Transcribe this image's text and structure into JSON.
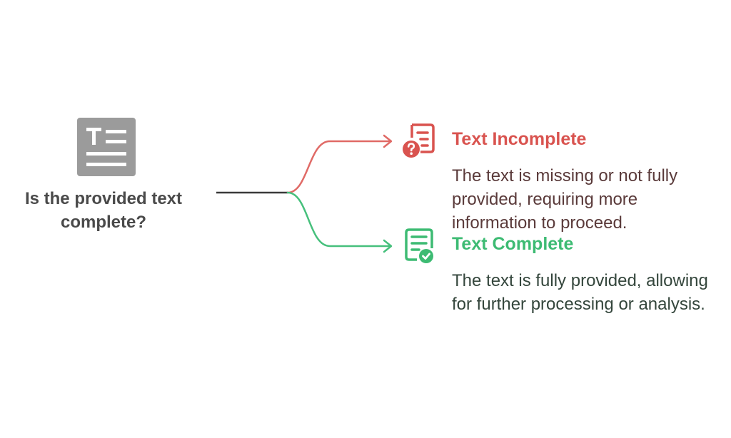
{
  "diagram": {
    "question": {
      "text": "Is the provided text complete?",
      "icon": "text-document-icon",
      "color": "#9b9b9b"
    },
    "outcomes": [
      {
        "title": "Text Incomplete",
        "description": "The text is missing or not fully provided, requiring more information to proceed.",
        "icon": "document-question-icon",
        "color": "#d9534f"
      },
      {
        "title": "Text Complete",
        "description": "The text is fully provided, allowing for further processing or analysis.",
        "icon": "document-check-icon",
        "color": "#3dbb73"
      }
    ],
    "stem_color": "#3a3a3a"
  }
}
